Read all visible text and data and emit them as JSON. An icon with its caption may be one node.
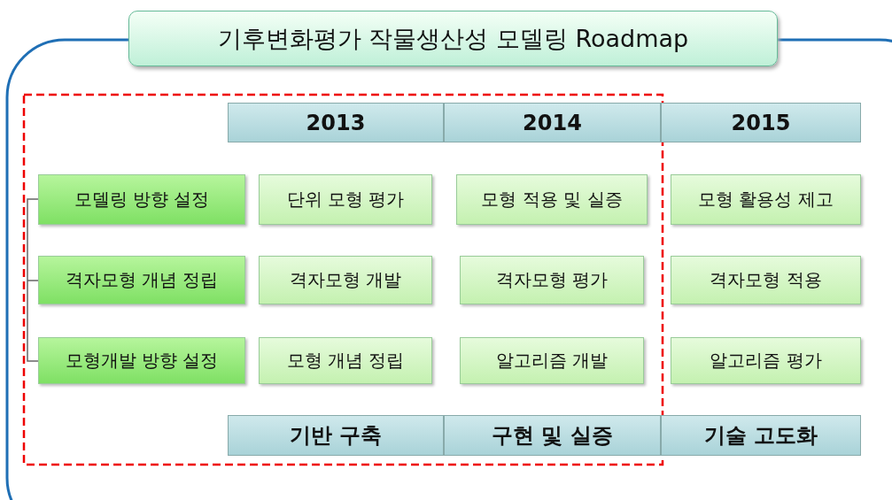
{
  "diagram": {
    "title": "기후변화평가 작물생산성 모델링 Roadmap",
    "nodes": [
      {
        "text": [
          "2013"
        ]
      },
      {
        "text": [
          "2014"
        ]
      },
      {
        "text": [
          "2015"
        ]
      },
      {
        "text": [
          "모델링 방향 설정"
        ]
      },
      {
        "text": [
          "단위 모형 평가"
        ]
      },
      {
        "text": [
          "모형 적용 및 실증"
        ]
      },
      {
        "text": [
          "모형 활용성 제고"
        ]
      },
      {
        "text": [
          "격자모형 개념 정립"
        ]
      },
      {
        "text": [
          "격자모형 개발"
        ]
      },
      {
        "text": [
          "격자모형 평가"
        ]
      },
      {
        "text": [
          "격자모형 적용"
        ]
      },
      {
        "text": [
          "모형개발 방향 설정"
        ]
      },
      {
        "text": [
          "모형 개념 정립"
        ]
      },
      {
        "text": [
          "알고리즘 개발"
        ]
      },
      {
        "text": [
          "알고리즘 평가"
        ]
      },
      {
        "text": [
          "기반 구축"
        ]
      },
      {
        "text": [
          "구현 및 실증"
        ]
      },
      {
        "text": [
          "기술 고도화"
        ]
      }
    ],
    "edges": []
  }
}
